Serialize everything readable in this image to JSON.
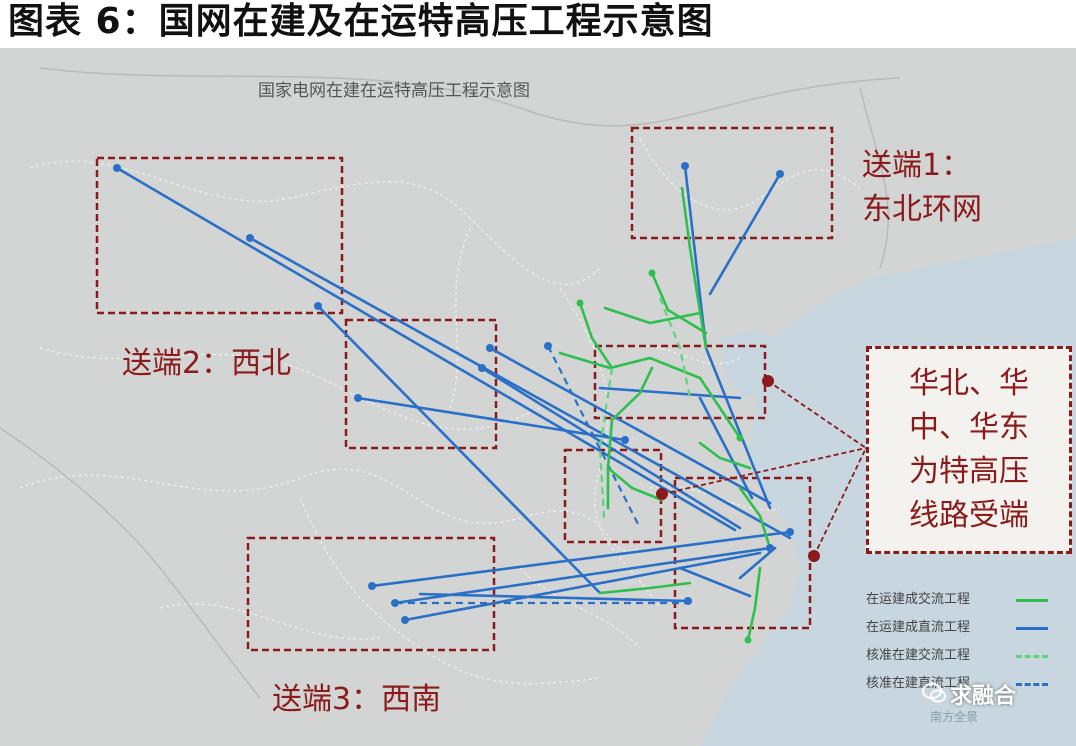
{
  "figure_title": "图表 6：国网在建及在运特高压工程示意图",
  "map": {
    "title": "国家电网在建在运特高压工程示意图",
    "regions": {
      "northeast": "送端1：\n东北环网",
      "northwest": "送端2：西北",
      "southwest": "送端3：西南",
      "receiving": "华北、华\n中、华东\n为特高压\n线路受端"
    },
    "legend": [
      {
        "label": "在运建成交流工程",
        "color": "#2fbf4f",
        "style": "solid"
      },
      {
        "label": "在运建成直流工程",
        "color": "#2a6fc8",
        "style": "solid"
      },
      {
        "label": "核准在建交流工程",
        "color": "#5fd47a",
        "style": "dashed"
      },
      {
        "label": "核准在建直流工程",
        "color": "#2a6fc8",
        "style": "dashed"
      }
    ],
    "watermark": "求融合",
    "source_note": "南方全景",
    "colors": {
      "box_border": "#8b1a1a",
      "land": "#d2d5d4",
      "sea": "#c8d8e2",
      "dc_line": "#2a6fc8",
      "ac_line": "#2fbf4f"
    }
  }
}
